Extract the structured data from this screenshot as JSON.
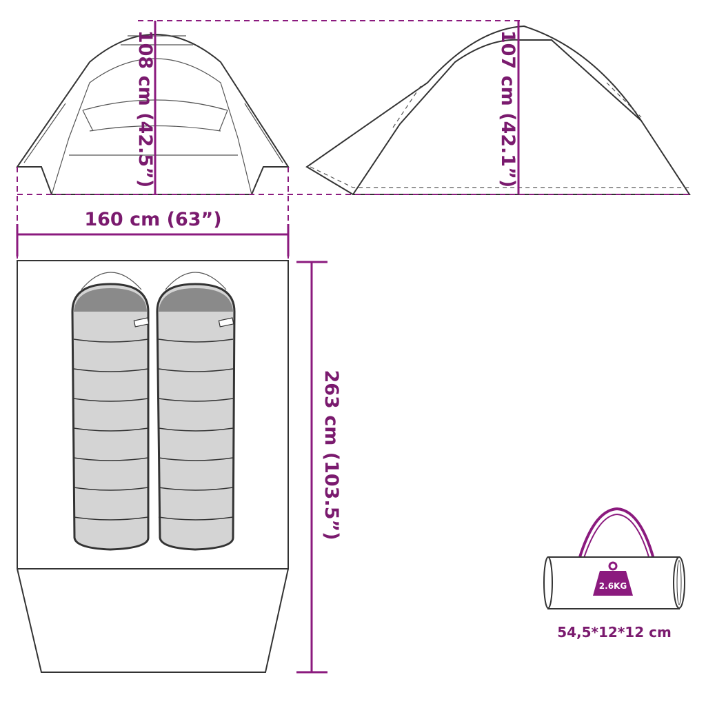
{
  "front_view": {
    "height_label": "108 cm (42.5”)"
  },
  "side_view": {
    "height_label": "107 cm (42.1”)"
  },
  "floor": {
    "width_label": "160 cm (63”)",
    "length_label": "263 cm (103.5”)"
  },
  "carry_bag": {
    "weight_label": "2.6KG",
    "size_label": "54,5*12*12 cm"
  },
  "colors": {
    "accent": "#8b1a7e",
    "outline": "#333333",
    "bag_fill": "#cfcfcf"
  }
}
